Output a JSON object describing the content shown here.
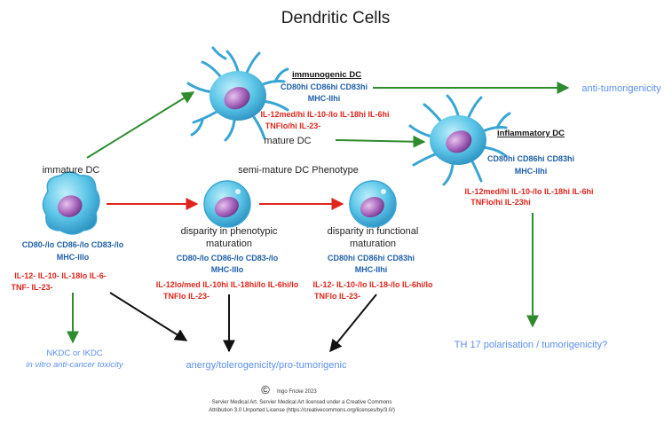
{
  "title": "Dendritic Cells",
  "states": {
    "immature": {
      "label": "immature DC",
      "surface": [
        "CD80-/lo CD86-/lo CD83-/lo",
        "MHC-IIlo"
      ],
      "cytokines": [
        "IL-12- IL-10- IL-18lo IL-6-",
        "TNF- IL-23-"
      ]
    },
    "semi_mature": {
      "header": "semi-mature DC Phenotype",
      "phenotypic": {
        "label_line1": "disparity in phenotypic",
        "label_line2": "maturation",
        "surface": [
          "CD80-/lo CD86-/lo CD83-/lo",
          "MHC-IIlo"
        ],
        "cytokines": [
          "IL-12lo/med IL-10hi IL-18hi/lo IL-6hi/lo",
          "TNFlo IL-23-"
        ]
      },
      "functional": {
        "label_line1": "disparity in functional",
        "label_line2": "maturation",
        "surface": [
          "CD80hi CD86hi CD83hi",
          "MHC-IIhi"
        ],
        "cytokines": [
          "IL-12- IL-10-/lo IL-18-/lo IL-6hi/lo",
          "TNFlo IL-23-"
        ]
      }
    },
    "immunogenic": {
      "header": "immunogenic DC",
      "label": "mature DC",
      "surface": [
        "CD80hi CD86hi CD83hi",
        "MHC-IIhi"
      ],
      "cytokines": [
        "IL-12med/hi IL-10-/lo IL-18hi IL-6hi",
        "TNFlo/hi IL-23-"
      ]
    },
    "inflammatory": {
      "header": "inflammatory DC",
      "surface": [
        "CD80hi CD86hi CD83hi",
        "MHC-IIhi"
      ],
      "cytokines": [
        "IL-12med/hi IL-10-/lo IL-18hi IL-6hi",
        "TNFlo/hi IL-23hi"
      ]
    }
  },
  "outcomes": {
    "anti_tumor": "anti-tumorigenicity",
    "th17": "TH 17 polarisation / tumorigenicity?",
    "anergy": "anergy/tolerogenicity/pro-tumorigenic",
    "nkdc_line1": "NKDC or IKDC",
    "nkdc_line2": "in vitro anti-cancer toxicity"
  },
  "credits": {
    "copyright_symbol": "©",
    "author": "Ingo Fricke 2023",
    "line1": "Servier Medical Art. Servier Medical Art licensed under a Creative Commons",
    "line2": "Attribution 3.0 Unported License (https://creativecommons.org/licenses/by/3.0/)"
  },
  "colors": {
    "marker_blue": "#1f5fa8",
    "cytokine_red": "#e0241b",
    "outcome_blue": "#5b8ff0",
    "arrow_green": "#2e8b2e",
    "arrow_red": "#e0241b",
    "arrow_black": "#111111",
    "cell_blue": "#5cc6e8",
    "nucleus_purple": "#9b5fb0"
  }
}
